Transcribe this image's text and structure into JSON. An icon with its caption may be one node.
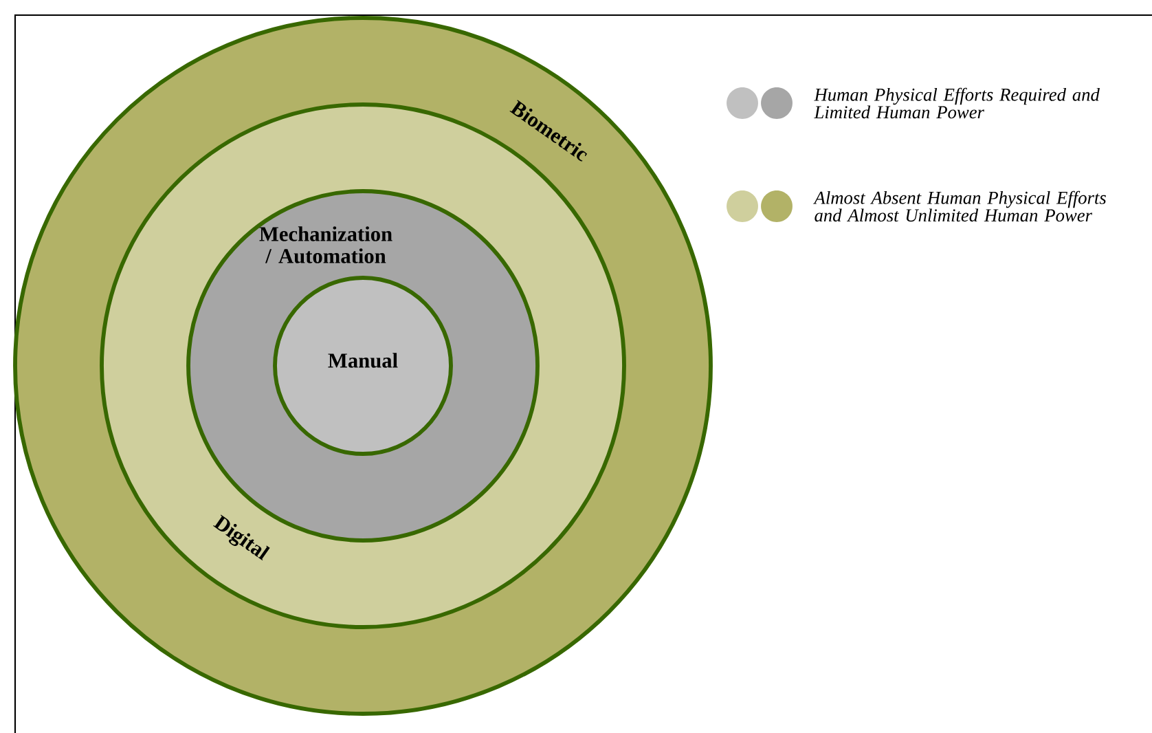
{
  "diagram": {
    "nodes": [
      {
        "text": [
          "Biometric"
        ]
      },
      {
        "text": [
          "Digital"
        ],
        "in": 0
      },
      {
        "text": [
          "Mechanization / Automation"
        ],
        "in": 1
      },
      {
        "text": [
          "Manual"
        ],
        "in": 2
      }
    ],
    "legend": [
      {
        "text": "Human Physical Efforts Required and Limited Human Power",
        "color": "#c0c0c0"
      },
      {
        "text": "Almost Absent Human Physical Efforts and Almost Unlimited Human Power",
        "color": "#cfcf9d"
      }
    ]
  }
}
